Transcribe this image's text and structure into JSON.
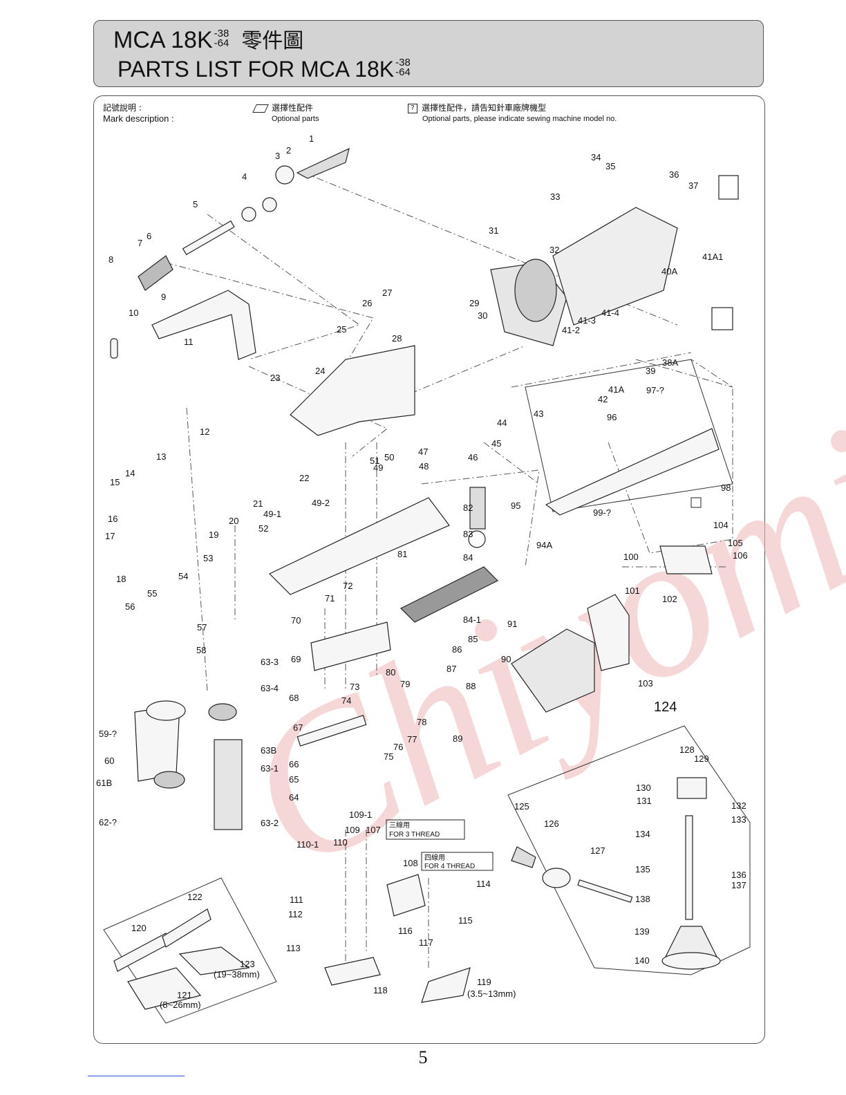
{
  "header": {
    "model": "MCA 18K",
    "variant_top": "-38",
    "variant_bottom": "-64",
    "title_cn": "零件圖",
    "title_en": "PARTS LIST FOR MCA 18K"
  },
  "legend": {
    "mark_cn": "記號說明 :",
    "mark_en": "Mark description :",
    "optional_cn": "選擇性配件",
    "optional_en": "Optional parts",
    "optional_model_cn": "選擇性配件，請告知針車廠牌機型",
    "optional_model_en": "Optional parts, please indicate sewing machine model no.",
    "question_mark": "?"
  },
  "watermark": "Chiyomin",
  "labels": [
    {
      "text": "1"
    },
    {
      "text": "2"
    },
    {
      "text": "3"
    },
    {
      "text": "4"
    },
    {
      "text": "5"
    },
    {
      "text": "6"
    },
    {
      "text": "7"
    },
    {
      "text": "8"
    },
    {
      "text": "9"
    },
    {
      "text": "10"
    },
    {
      "text": "11"
    },
    {
      "text": "12"
    },
    {
      "text": "13"
    },
    {
      "text": "14"
    },
    {
      "text": "15"
    },
    {
      "text": "16"
    },
    {
      "text": "17"
    },
    {
      "text": "18"
    },
    {
      "text": "19"
    },
    {
      "text": "20"
    },
    {
      "text": "21"
    },
    {
      "text": "22"
    },
    {
      "text": "23"
    },
    {
      "text": "24"
    },
    {
      "text": "25"
    },
    {
      "text": "26"
    },
    {
      "text": "27"
    },
    {
      "text": "28"
    },
    {
      "text": "29"
    },
    {
      "text": "30"
    },
    {
      "text": "31"
    },
    {
      "text": "32"
    },
    {
      "text": "33"
    },
    {
      "text": "34"
    },
    {
      "text": "35"
    },
    {
      "text": "36"
    },
    {
      "text": "37"
    },
    {
      "text": "38A"
    },
    {
      "text": "39"
    },
    {
      "text": "40A"
    },
    {
      "text": "41A1"
    },
    {
      "text": "41-4"
    },
    {
      "text": "41-3"
    },
    {
      "text": "41-2"
    },
    {
      "text": "41A"
    },
    {
      "text": "42"
    },
    {
      "text": "43"
    },
    {
      "text": "44"
    },
    {
      "text": "45"
    },
    {
      "text": "46"
    },
    {
      "text": "47"
    },
    {
      "text": "48"
    },
    {
      "text": "49"
    },
    {
      "text": "49-2"
    },
    {
      "text": "49-1"
    },
    {
      "text": "50"
    },
    {
      "text": "51"
    },
    {
      "text": "52"
    },
    {
      "text": "53"
    },
    {
      "text": "54"
    },
    {
      "text": "55"
    },
    {
      "text": "56"
    },
    {
      "text": "57"
    },
    {
      "text": "58"
    },
    {
      "text": "59-?"
    },
    {
      "text": "60"
    },
    {
      "text": "61B"
    },
    {
      "text": "62-?"
    },
    {
      "text": "63-3"
    },
    {
      "text": "63-4"
    },
    {
      "text": "63B"
    },
    {
      "text": "63-1"
    },
    {
      "text": "63-2"
    },
    {
      "text": "64"
    },
    {
      "text": "65"
    },
    {
      "text": "66"
    },
    {
      "text": "67"
    },
    {
      "text": "68"
    },
    {
      "text": "69"
    },
    {
      "text": "70"
    },
    {
      "text": "71"
    },
    {
      "text": "72"
    },
    {
      "text": "73"
    },
    {
      "text": "74"
    },
    {
      "text": "75"
    },
    {
      "text": "76"
    },
    {
      "text": "77"
    },
    {
      "text": "78"
    },
    {
      "text": "79"
    },
    {
      "text": "80"
    },
    {
      "text": "81"
    },
    {
      "text": "82"
    },
    {
      "text": "83"
    },
    {
      "text": "84"
    },
    {
      "text": "84-1"
    },
    {
      "text": "85"
    },
    {
      "text": "86"
    },
    {
      "text": "87"
    },
    {
      "text": "88"
    },
    {
      "text": "89"
    },
    {
      "text": "90"
    },
    {
      "text": "91"
    },
    {
      "text": "94A"
    },
    {
      "text": "95"
    },
    {
      "text": "96"
    },
    {
      "text": "97-?"
    },
    {
      "text": "98"
    },
    {
      "text": "99-?"
    },
    {
      "text": "100"
    },
    {
      "text": "101"
    },
    {
      "text": "102"
    },
    {
      "text": "103"
    },
    {
      "text": "104"
    },
    {
      "text": "105"
    },
    {
      "text": "106"
    },
    {
      "text": "107"
    },
    {
      "text": "108"
    },
    {
      "text": "109"
    },
    {
      "text": "109-1"
    },
    {
      "text": "110"
    },
    {
      "text": "110-1"
    },
    {
      "text": "111"
    },
    {
      "text": "112"
    },
    {
      "text": "113"
    },
    {
      "text": "114"
    },
    {
      "text": "115"
    },
    {
      "text": "116"
    },
    {
      "text": "117"
    },
    {
      "text": "118"
    },
    {
      "text": "119"
    },
    {
      "text": "(3.5~13mm)"
    },
    {
      "text": "120"
    },
    {
      "text": "121"
    },
    {
      "text": "(8~26mm)"
    },
    {
      "text": "122"
    },
    {
      "text": "123"
    },
    {
      "text": "(19~38mm)"
    },
    {
      "text": "124"
    },
    {
      "text": "125"
    },
    {
      "text": "126"
    },
    {
      "text": "127"
    },
    {
      "text": "128"
    },
    {
      "text": "129"
    },
    {
      "text": "130"
    },
    {
      "text": "131"
    },
    {
      "text": "132"
    },
    {
      "text": "133"
    },
    {
      "text": "134"
    },
    {
      "text": "135"
    },
    {
      "text": "136"
    },
    {
      "text": "137"
    },
    {
      "text": "138"
    },
    {
      "text": "139"
    },
    {
      "text": "140"
    },
    {
      "text": "三線用"
    },
    {
      "text": "FOR 3 THREAD"
    },
    {
      "text": "四線用"
    },
    {
      "text": "FOR 4 THREAD"
    }
  ],
  "page_number": "5"
}
